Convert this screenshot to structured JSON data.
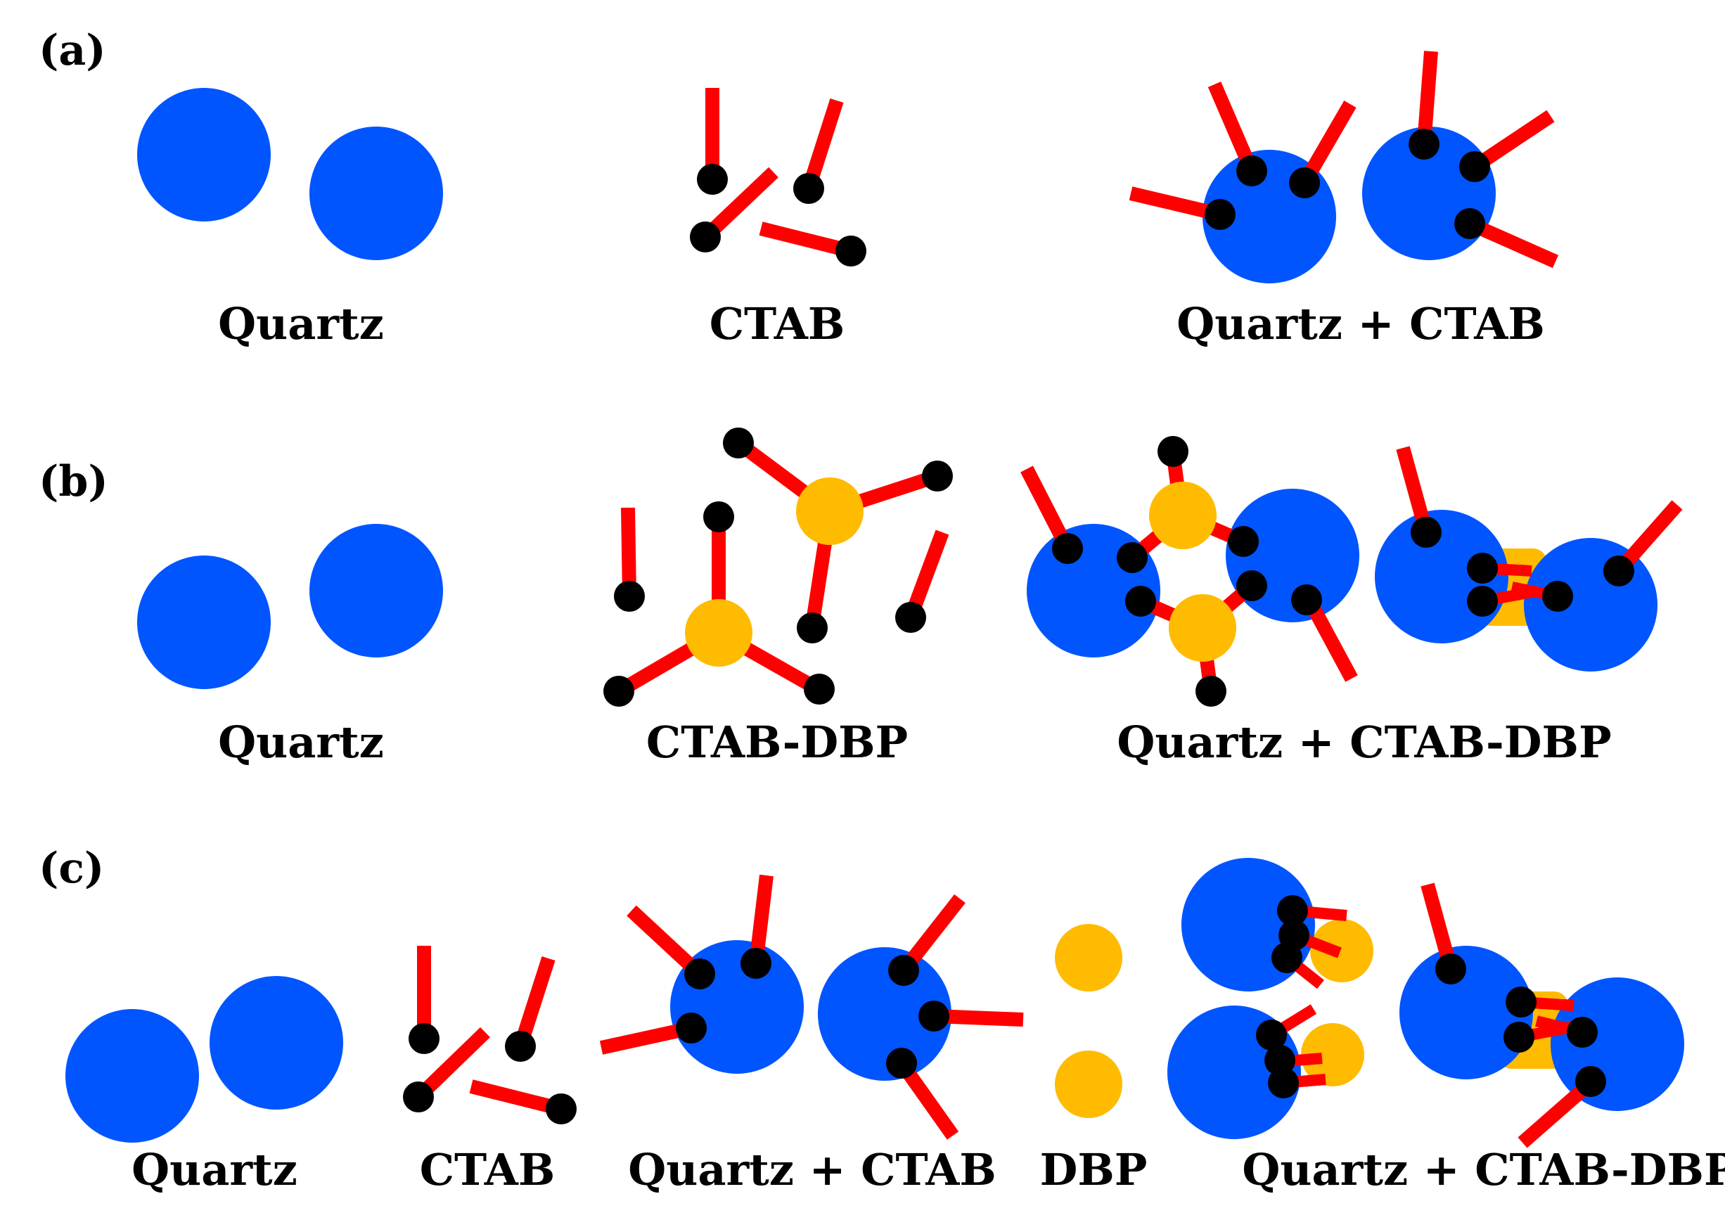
{
  "colors": {
    "quartz": "#0055ff",
    "tail": "#ff0000",
    "head": "#000000",
    "dbp": "#ffbb00"
  },
  "panels": [
    {
      "id": "a",
      "label": "(a)",
      "groups": [
        {
          "label": "Quartz"
        },
        {
          "label": "CTAB"
        },
        {
          "label": "Quartz + CTAB"
        }
      ]
    },
    {
      "id": "b",
      "label": "(b)",
      "groups": [
        {
          "label": "Quartz"
        },
        {
          "label": "CTAB-DBP"
        },
        {
          "label": "Quartz + CTAB-DBP"
        }
      ]
    },
    {
      "id": "c",
      "label": "(c)",
      "groups": [
        {
          "label": "Quartz"
        },
        {
          "label": "CTAB"
        },
        {
          "label": "Quartz + CTAB"
        },
        {
          "label": "DBP"
        },
        {
          "label": "Quartz + CTAB-DBP"
        }
      ]
    }
  ]
}
